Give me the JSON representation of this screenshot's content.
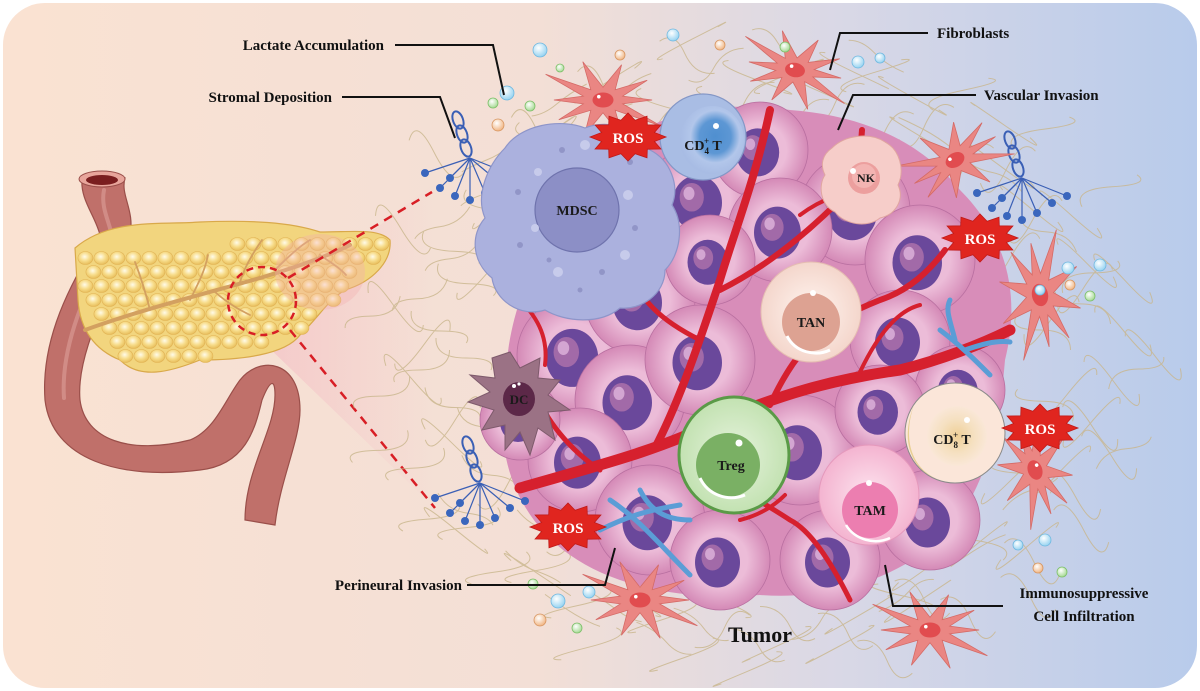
{
  "figure": {
    "title": "Pancreatic tumor microenvironment",
    "organ": "pancreas with duodenum",
    "colors": {
      "bg_left": "#f9e3d3",
      "bg_right": "#b9cbea",
      "tumor_cell": "#d98cb8",
      "tumor_nucleus": "#6c4a9e",
      "vessel": "#d8202f",
      "fibroblast": "#ea8683",
      "ros": "#e0251f",
      "nerve": "#3a5fb5",
      "lymph_vessel": "#5a9fd6",
      "mdsc": "#a9aedb",
      "cd4": "#aebfe6",
      "cd8": "#f7e2c6",
      "treg": "#bfe0b0",
      "tam": "#f4b4d0",
      "tan": "#f6ddd4",
      "nk": "#f6cfcc",
      "dc": "#9a7184"
    }
  },
  "labels": {
    "lactate": "Lactate Accumulation",
    "stromal": "Stromal Deposition",
    "fibroblasts": "Fibroblasts",
    "vascular": "Vascular Invasion",
    "perineural": "Perineural Invasion",
    "immuno_line1": "Immunosuppressive",
    "immuno_line2": "Cell Infiltration",
    "tumor": "Tumor"
  },
  "cells": {
    "mdsc": "MDSC",
    "cd4_prefix": "CD",
    "cd4_sub": "4",
    "cd4_sup": "+",
    "cd4_suffix": " T",
    "nk": "NK",
    "tan": "TAN",
    "dc": "DC",
    "treg": "Treg",
    "tam": "TAM",
    "cd8_prefix": "CD",
    "cd8_sub": "8",
    "cd8_sup": "+",
    "cd8_suffix": " T"
  },
  "ros_badges": [
    "ROS",
    "ROS",
    "ROS",
    "ROS"
  ]
}
